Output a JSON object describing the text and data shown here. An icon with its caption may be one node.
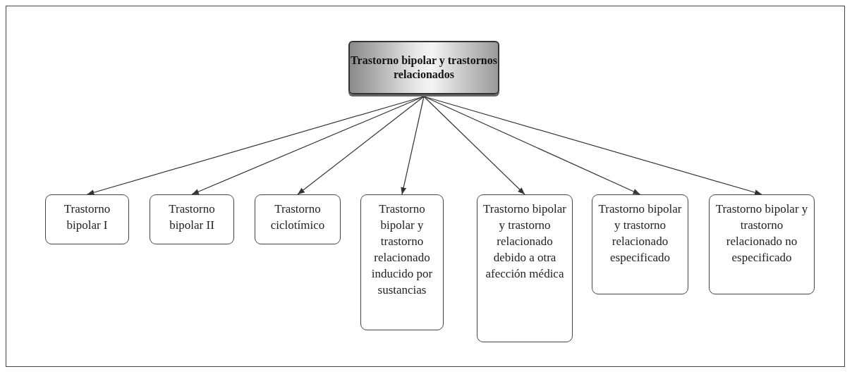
{
  "diagram": {
    "nodes": [
      {
        "text": [
          "Trastorno bipolar y trastornos relacionados"
        ]
      },
      {
        "text": [
          "Trastorno bipolar I"
        ]
      },
      {
        "text": [
          "Trastorno bipolar II"
        ]
      },
      {
        "text": [
          "Trastorno ciclotímico"
        ]
      },
      {
        "text": [
          "Trastorno bipolar y trastorno relacionado inducido por sustancias"
        ]
      },
      {
        "text": [
          "Trastorno bipolar y trastorno relacionado debido a otra afección médica"
        ]
      },
      {
        "text": [
          "Trastorno bipolar y trastorno relacionado especificado"
        ]
      },
      {
        "text": [
          "Trastorno bipolar y trastorno relacionado no especificado"
        ]
      }
    ],
    "edges": [
      {
        "from": 0,
        "to": 1,
        "arrow": "to"
      },
      {
        "from": 0,
        "to": 2,
        "arrow": "to"
      },
      {
        "from": 0,
        "to": 3,
        "arrow": "to"
      },
      {
        "from": 0,
        "to": 4,
        "arrow": "to"
      },
      {
        "from": 0,
        "to": 5,
        "arrow": "to"
      },
      {
        "from": 0,
        "to": 6,
        "arrow": "to"
      },
      {
        "from": 0,
        "to": 7,
        "arrow": "to"
      }
    ]
  }
}
